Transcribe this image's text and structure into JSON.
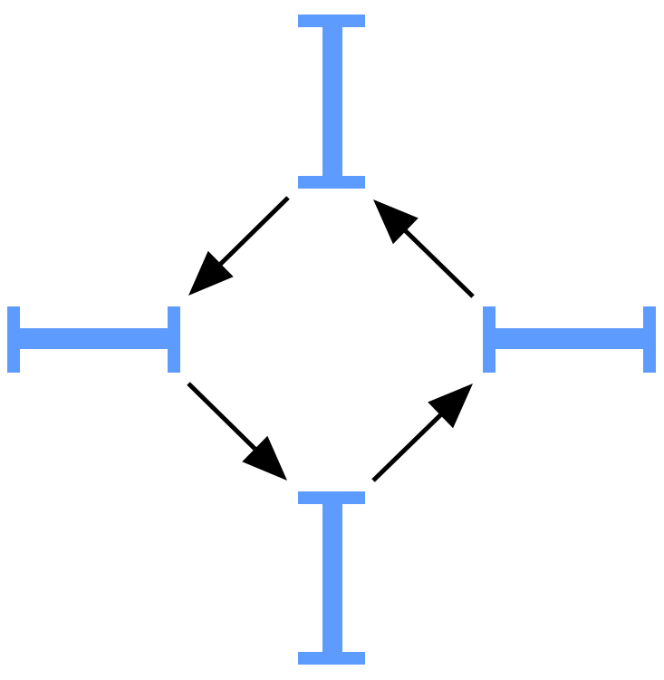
{
  "colors": {
    "bar": "#5e9bff",
    "arrow": "#000000",
    "background": "#ffffff"
  },
  "shapes": [
    {
      "name": "i-beam-top",
      "kind": "vertical-i-beam"
    },
    {
      "name": "i-beam-left",
      "kind": "horizontal-i-beam"
    },
    {
      "name": "i-beam-right",
      "kind": "horizontal-i-beam"
    },
    {
      "name": "i-beam-bottom",
      "kind": "vertical-i-beam"
    }
  ],
  "arrows": [
    {
      "name": "arrow-top-to-left",
      "from": "i-beam-top",
      "to": "i-beam-left"
    },
    {
      "name": "arrow-left-to-bottom",
      "from": "i-beam-left",
      "to": "i-beam-bottom"
    },
    {
      "name": "arrow-bottom-to-right",
      "from": "i-beam-bottom",
      "to": "i-beam-right"
    },
    {
      "name": "arrow-right-to-top",
      "from": "i-beam-right",
      "to": "i-beam-top"
    }
  ]
}
